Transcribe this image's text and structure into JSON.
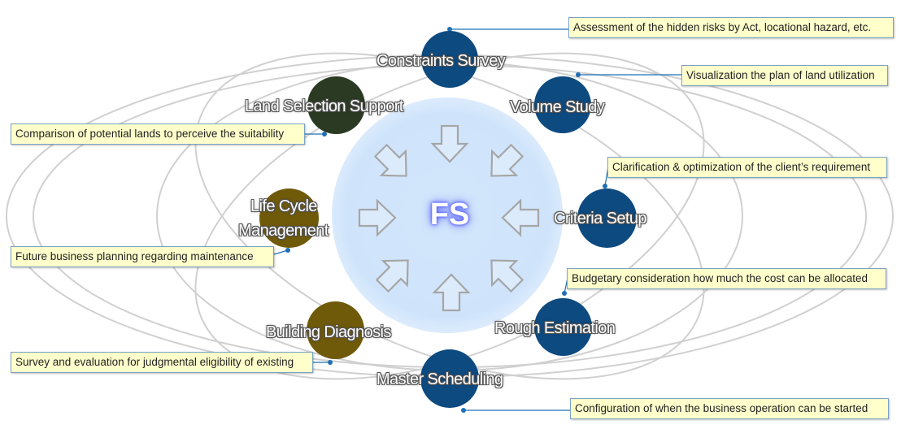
{
  "center": {
    "label": "FS"
  },
  "nodes": [
    {
      "id": "constraints-survey",
      "label": "Constraints Survey",
      "color": "#0d4a80"
    },
    {
      "id": "volume-study",
      "label": "Volume Study",
      "color": "#0d4a80"
    },
    {
      "id": "criteria-setup",
      "label": "Criteria Setup",
      "color": "#0d4a80"
    },
    {
      "id": "rough-estimation",
      "label": "Rough Estimation",
      "color": "#0d4a80"
    },
    {
      "id": "master-scheduling",
      "label": "Master Scheduling",
      "color": "#0d4a80"
    },
    {
      "id": "building-diagnosis",
      "label": "Building Diagnosis",
      "color": "#6f5a0a"
    },
    {
      "id": "life-cycle-management",
      "label_line1": "Life Cycle",
      "label_line2": "Management",
      "color": "#6f5a0a"
    },
    {
      "id": "land-selection-support",
      "label": "Land Selection Support",
      "color": "#2b3a22"
    }
  ],
  "callouts": {
    "constraints_survey": "Assessment of the hidden risks by Act, locational hazard, etc.",
    "volume_study": "Visualization the plan of land utilization",
    "land_selection_support": "Comparison of potential lands to perceive the suitability",
    "criteria_setup": "Clarification & optimization of the client’s requirement",
    "life_cycle_management": "Future business planning regarding maintenance",
    "rough_estimation": "Budgetary consideration how much the cost can be allocated",
    "building_diagnosis": "Survey and evaluation for judgmental eligibility of existing",
    "master_scheduling": "Configuration of when the business operation can be started"
  },
  "colors": {
    "blue_node": "#0d4a80",
    "olive_node": "#6f5a0a",
    "dark_green_node": "#2b3a22",
    "callout_bg": "#ffffcc",
    "leader_line": "#1f6fb5",
    "orbit": "#d0d0d0",
    "arrow": "#a6a6a6"
  }
}
